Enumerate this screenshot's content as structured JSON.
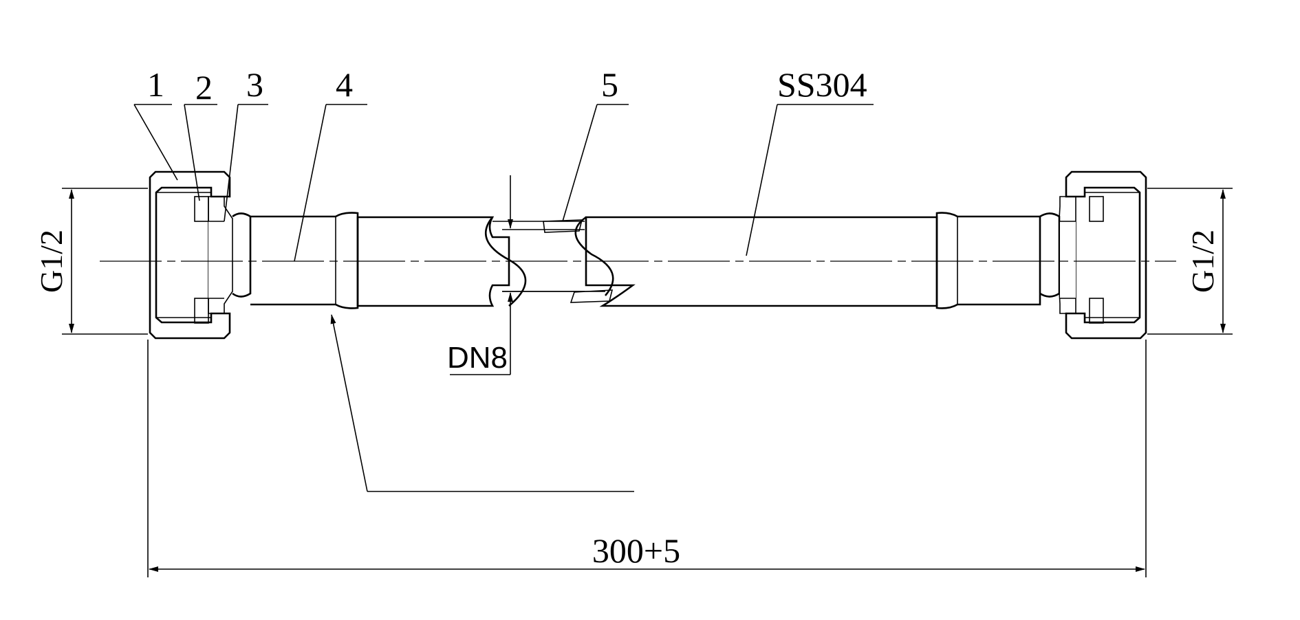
{
  "drawing": {
    "callouts": {
      "part_1": "1",
      "part_2": "2",
      "part_3": "3",
      "part_4": "4",
      "part_5": "5",
      "material": "SS304"
    },
    "dimensions": {
      "thread_left": "G1/2",
      "thread_right": "G1/2",
      "nominal_diameter": "DN8",
      "overall_length": "300+5"
    },
    "line_color": "#000000",
    "background_color": "#ffffff"
  }
}
